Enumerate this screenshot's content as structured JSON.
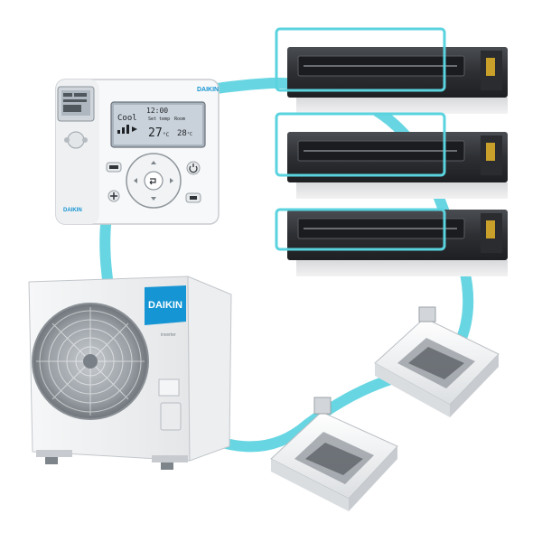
{
  "brand": {
    "name": "DAIKIN",
    "accent_color": "#5ad3df",
    "logo_color": "#1595d3"
  },
  "controller": {
    "clock": "12:00",
    "mode": "Cool",
    "set_temp_label": "Set temp",
    "room_label": "Room",
    "set_temp_value": "27",
    "set_temp_unit": "°C",
    "room_temp_value": "28",
    "room_temp_unit": "°C"
  },
  "outdoor_unit": {
    "badge": "inverter"
  },
  "icons": [
    "power-icon",
    "fan-speed-icon",
    "up-arrow-icon",
    "down-arrow-icon",
    "left-arrow-icon",
    "right-arrow-icon",
    "enter-icon",
    "menu-icon",
    "swing-icon",
    "timer-icon"
  ]
}
